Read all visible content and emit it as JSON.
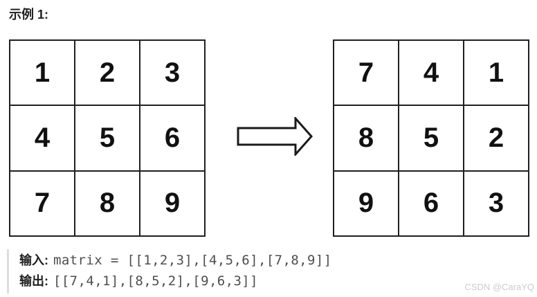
{
  "title": "示例 1:",
  "matrix_before": [
    [
      "1",
      "2",
      "3"
    ],
    [
      "4",
      "5",
      "6"
    ],
    [
      "7",
      "8",
      "9"
    ]
  ],
  "matrix_after": [
    [
      "7",
      "4",
      "1"
    ],
    [
      "8",
      "5",
      "2"
    ],
    [
      "9",
      "6",
      "3"
    ]
  ],
  "io": {
    "input_label": "输入:",
    "input_value": "matrix = [[1,2,3],[4,5,6],[7,8,9]]",
    "output_label": "输出:",
    "output_value": "[[7,4,1],[8,5,2],[9,6,3]]"
  },
  "watermark": "CSDN @CaraYQ",
  "colors": {
    "background": "#ffffff",
    "grid_border": "#1f1f1f",
    "text_primary": "#1f1f1f",
    "code_text": "#4d4d4d",
    "quote_bar": "#dcdcdc",
    "watermark": "#cccccc"
  }
}
